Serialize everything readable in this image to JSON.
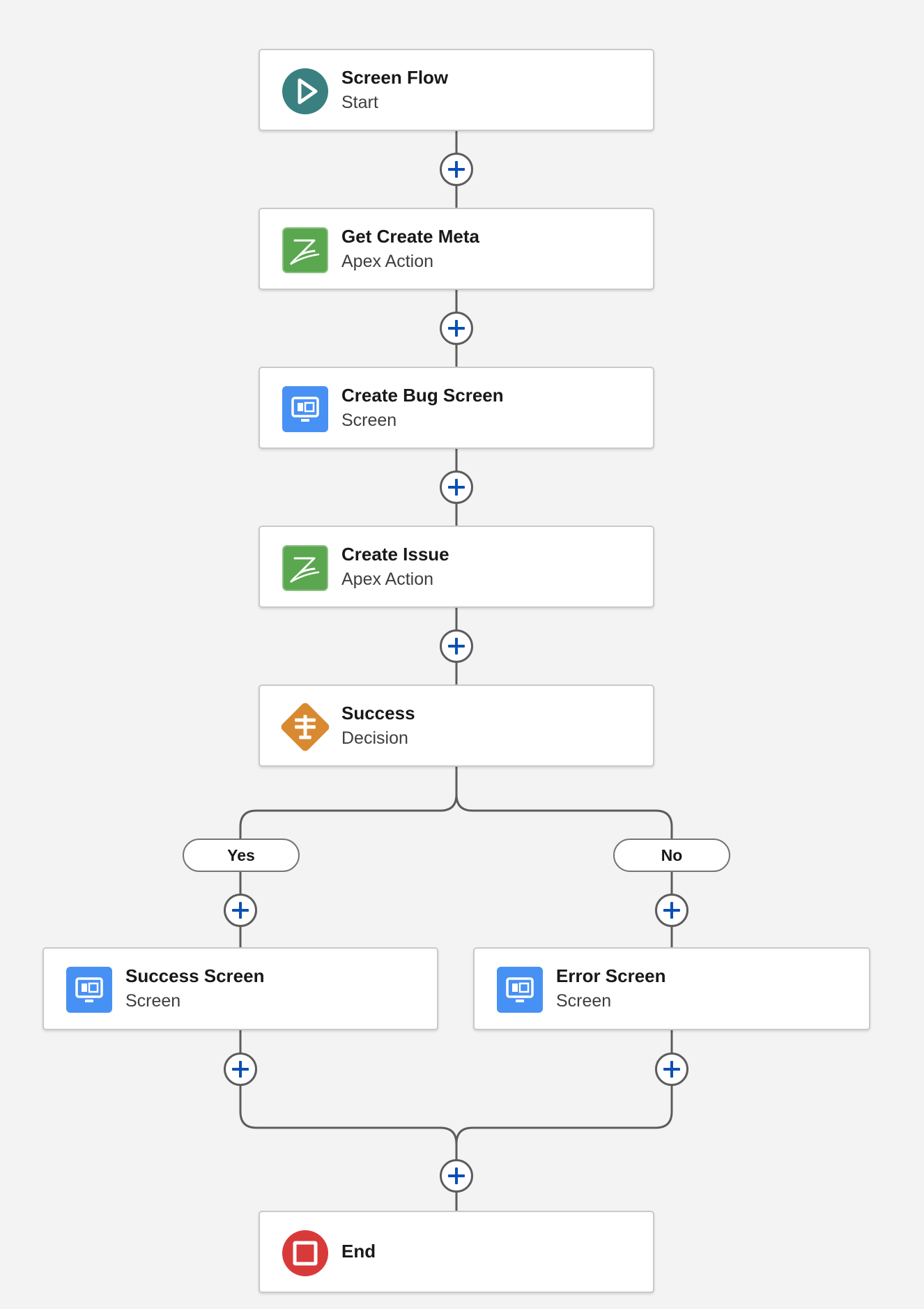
{
  "nodes": {
    "start": {
      "title": "Screen Flow",
      "subtitle": "Start",
      "icon": "play-icon",
      "color": "#3a8080"
    },
    "get_create_meta": {
      "title": "Get Create Meta",
      "subtitle": "Apex Action",
      "icon": "apex-action-icon",
      "color": "#5aa74f"
    },
    "create_bug_screen": {
      "title": "Create Bug Screen",
      "subtitle": "Screen",
      "icon": "screen-icon",
      "color": "#4791f4"
    },
    "create_issue": {
      "title": "Create Issue",
      "subtitle": "Apex Action",
      "icon": "apex-action-icon",
      "color": "#5aa74f"
    },
    "success_decision": {
      "title": "Success",
      "subtitle": "Decision",
      "icon": "decision-icon",
      "color": "#d98a30"
    },
    "success_screen": {
      "title": "Success Screen",
      "subtitle": "Screen",
      "icon": "screen-icon",
      "color": "#4791f4"
    },
    "error_screen": {
      "title": "Error Screen",
      "subtitle": "Screen",
      "icon": "screen-icon",
      "color": "#4791f4"
    },
    "end": {
      "title": "End",
      "icon": "stop-icon",
      "color": "#d83a3a"
    }
  },
  "branches": {
    "yes": "Yes",
    "no": "No"
  },
  "colors": {
    "connector": "#5c5c5c",
    "add_plus": "#0b4fb3",
    "canvas": "#f3f3f3"
  }
}
